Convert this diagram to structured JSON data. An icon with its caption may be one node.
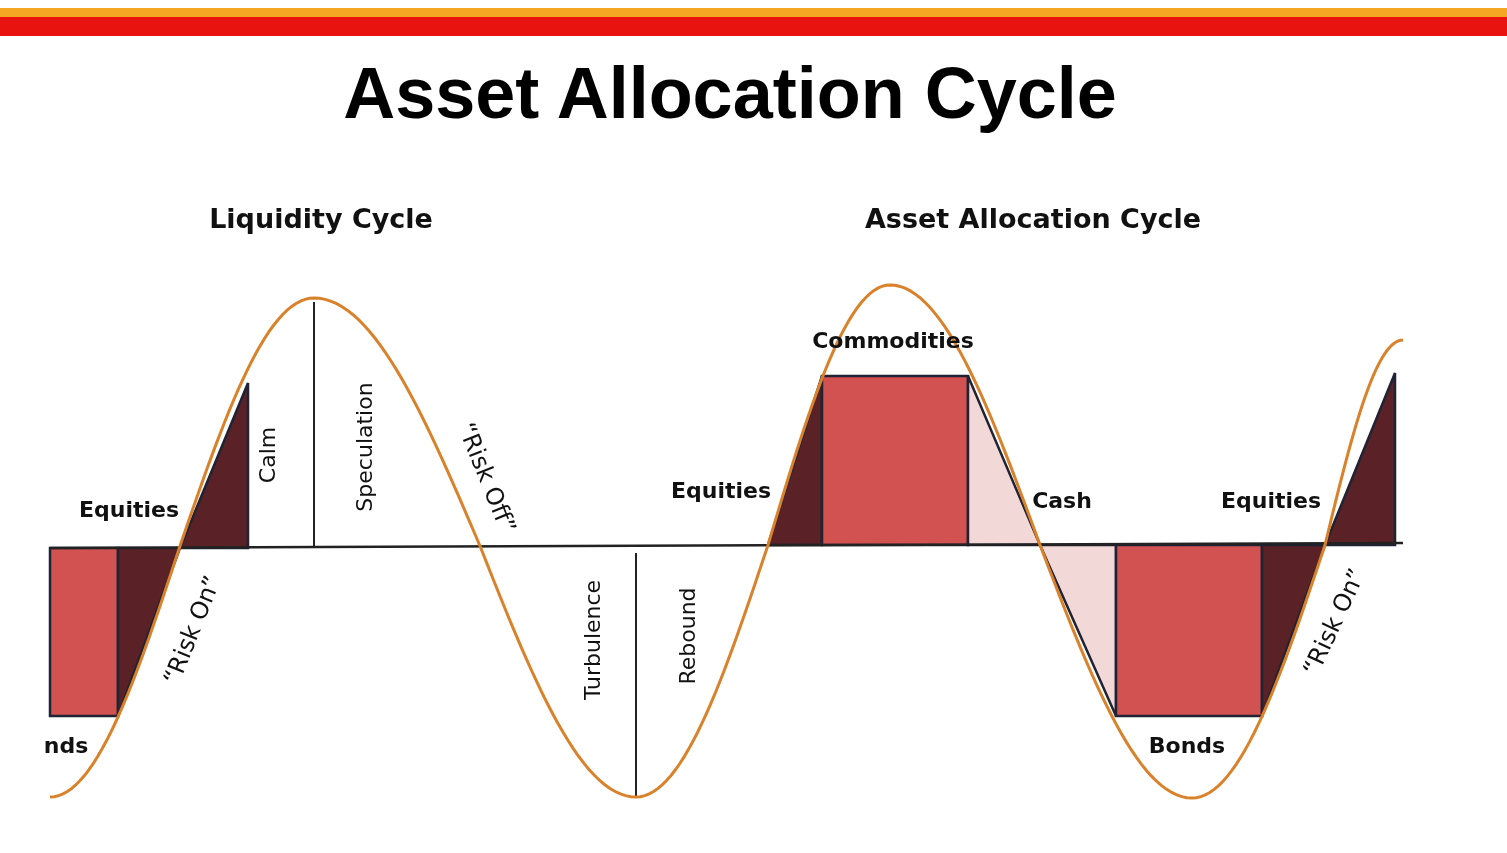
{
  "diagram": {
    "title": "Asset Allocation Cycle",
    "labels": [
      "Liquidity Cycle",
      "Asset Allocation Cycle",
      "Calm",
      "Speculation",
      "Commodities",
      "“Risk Off”",
      "Equities",
      "Equities",
      "Cash",
      "Equities",
      "“Risk On”",
      "Turbulence",
      "Rebound",
      "“Risk On”",
      "nds",
      "Bonds"
    ]
  }
}
